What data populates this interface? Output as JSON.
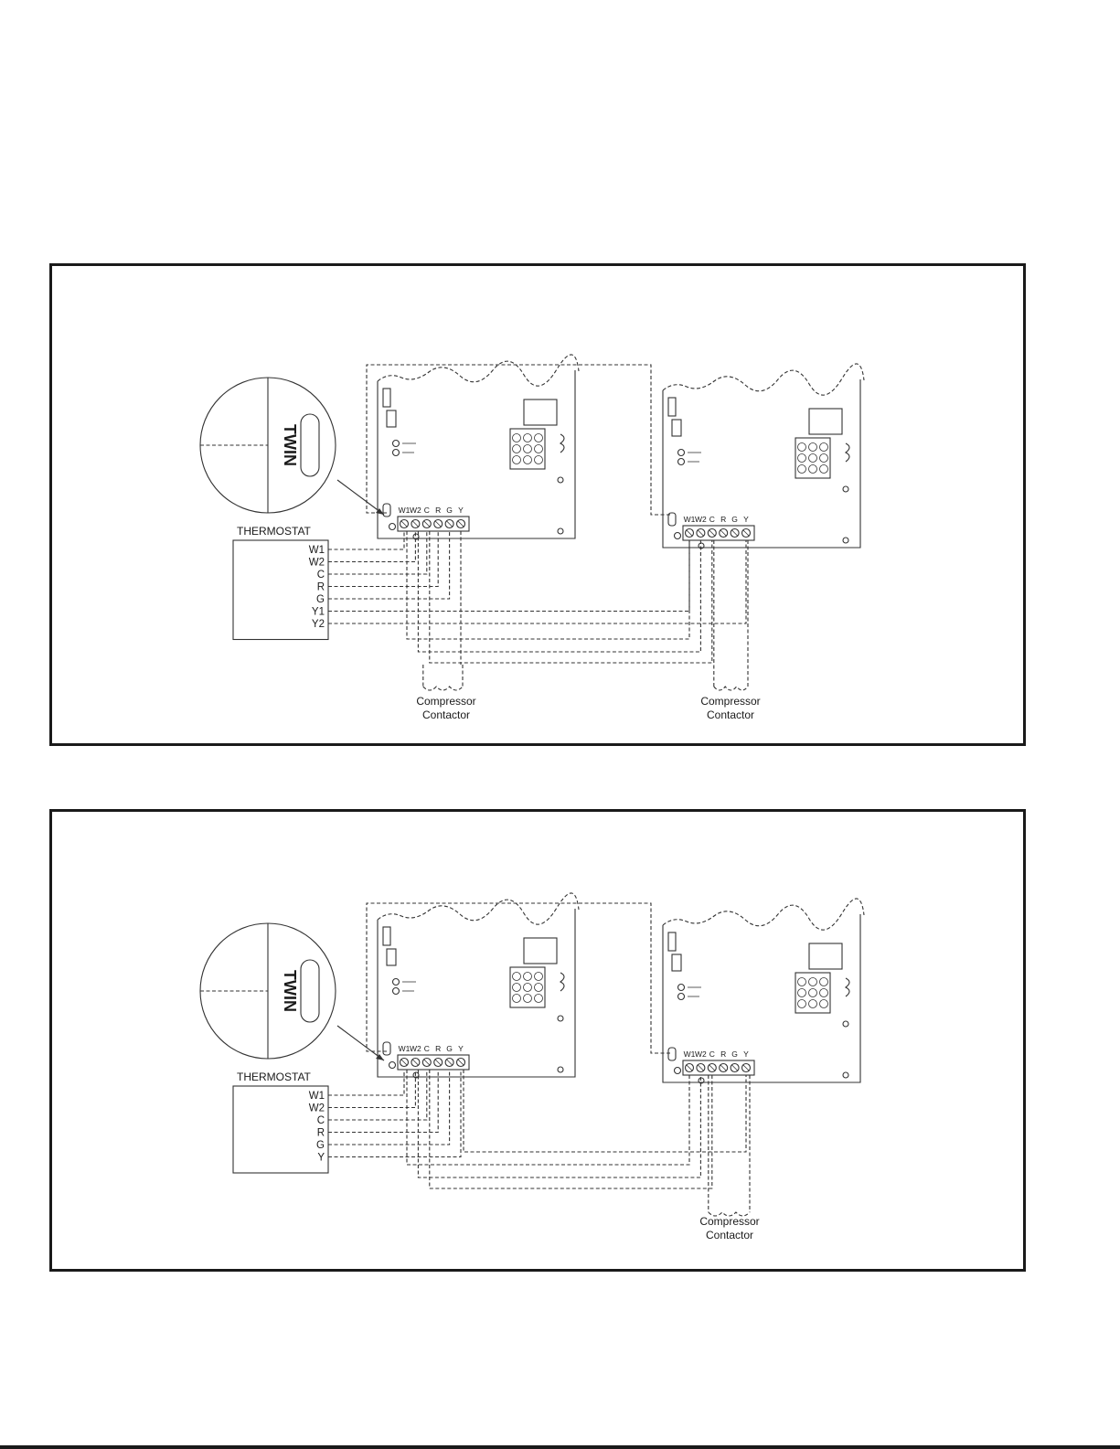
{
  "diagrams": [
    {
      "magnifier_label": "TWIN",
      "thermostat_title": "THERMOSTAT",
      "thermostat_terminals": [
        "W1",
        "W2",
        "C",
        "R",
        "G",
        "Y1",
        "Y2"
      ],
      "board_terminals": [
        "W1",
        "W2",
        "C",
        "R",
        "G",
        "Y"
      ],
      "contactor_labels": [
        {
          "line1": "Compressor",
          "line2": "Contactor"
        },
        {
          "line1": "Compressor",
          "line2": "Contactor"
        }
      ]
    },
    {
      "magnifier_label": "TWIN",
      "thermostat_title": "THERMOSTAT",
      "thermostat_terminals": [
        "W1",
        "W2",
        "C",
        "R",
        "G",
        "Y"
      ],
      "board_terminals": [
        "W1",
        "W2",
        "C",
        "R",
        "G",
        "Y"
      ],
      "contactor_labels": [
        {
          "line1": "Compressor",
          "line2": "Contactor"
        }
      ]
    }
  ],
  "colors": {
    "ink": "#1a1a1a",
    "wire": "#333333"
  }
}
